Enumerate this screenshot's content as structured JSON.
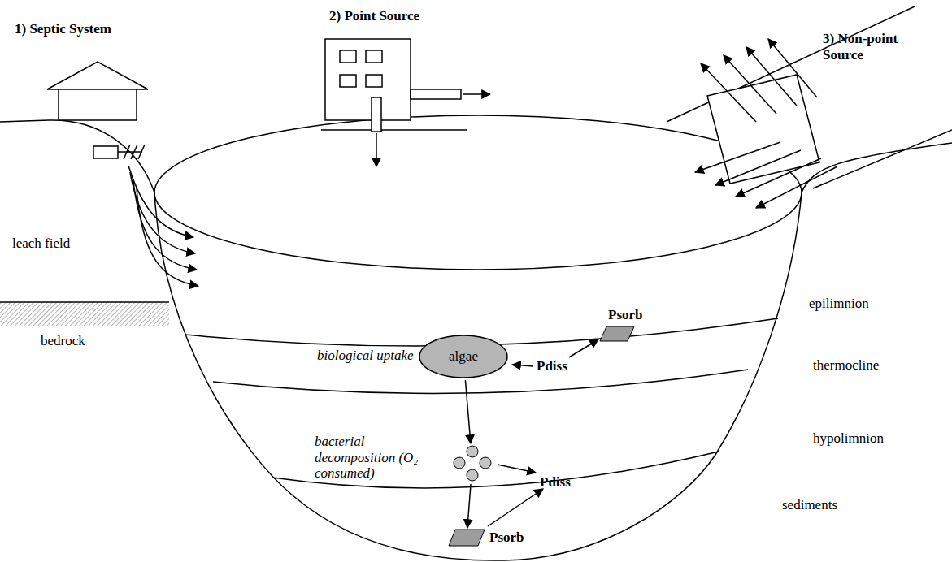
{
  "diagram": {
    "nodes": [
      {
        "text": [
          "algae"
        ]
      },
      {
        "text": [
          "Psorb"
        ]
      },
      {
        "text": [
          "bacterial decomposition (O₂ consumed)"
        ]
      },
      {
        "text": [
          "Psorb"
        ]
      }
    ],
    "edges": [
      {
        "from": 0,
        "to": 2,
        "arrow": "to"
      },
      {
        "from": 2,
        "to": 3,
        "arrow": "to"
      }
    ],
    "labels": [
      "1) Septic System",
      "2) Point Source",
      "3) Non-point Source",
      "leach field",
      "bedrock",
      "epilimnion",
      "thermocline",
      "hypolimnion",
      "sediments",
      "biological uptake",
      "Pdiss",
      "Pdiss"
    ]
  }
}
